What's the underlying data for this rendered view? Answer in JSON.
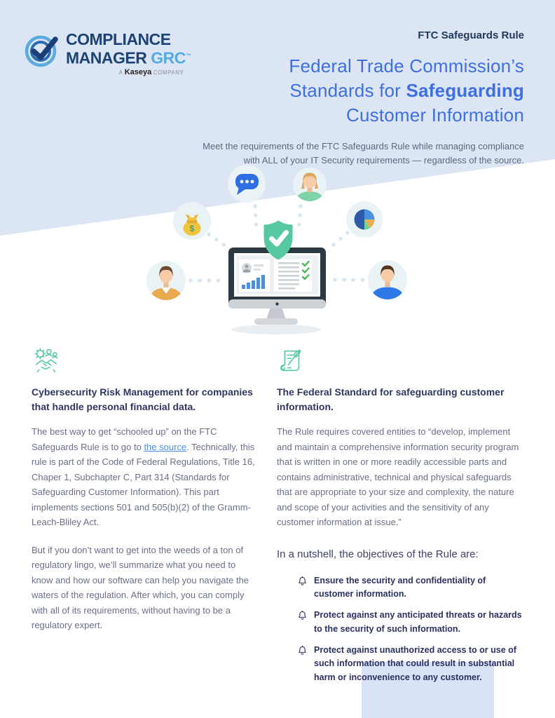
{
  "colors": {
    "band": "#dce5f3",
    "title_blue": "#3e6fe2",
    "eyebrow_navy": "#21395c",
    "heading_navy": "#303660",
    "body_gray": "#6a6f86",
    "link_blue": "#4a90e2",
    "mint_green": "#5bc9a2",
    "shield_green": "#56c8a0",
    "accent_rect": "#d8e3f8",
    "monitor_dark": "#2c3942"
  },
  "logo": {
    "line1": "COMPLIANCE",
    "line2": "MANAGER",
    "line2_accent": "GRC",
    "tm": "™",
    "tagline_prefix": "A",
    "tagline_brand": "Kaseya",
    "tagline_suffix": "COMPANY"
  },
  "hero": {
    "eyebrow": "FTC Safeguards Rule",
    "title_line1": "Federal Trade Commission’s",
    "title_line2_prefix": "Standards for ",
    "title_line2_bold": "Safeguarding",
    "title_line3": "Customer Information",
    "subtitle": "Meet the requirements of the FTC Safeguards Rule while managing compliance with ALL of your IT Security requirements — regardless of the source."
  },
  "illustration": {
    "money_symbol": "$",
    "icons": [
      "chat-bubble-icon",
      "woman-avatar-icon",
      "money-bag-icon",
      "pie-chart-icon",
      "man-avatar-icon",
      "shield-check-icon",
      "monitor-dashboard-icon"
    ]
  },
  "sections": {
    "left": {
      "heading": "Cybersecurity Risk Management for companies that handle personal financial data.",
      "para1_before_link": "The best way to get “schooled up” on the FTC Safeguards Rule is to go to ",
      "para1_link": "the source",
      "para1_after_link": ". Technically, this rule is part of the Code of Federal Regulations, Title 16, Chaper 1, Subchapter C, Part 314 (Standards for Safeguarding Customer Information). This part implements sections 501 and 505(b)(2) of the Gramm-Leach-Bliley Act.",
      "para2": "But if you don’t want to get into the weeds of a ton of regulatory lingo, we’ll summarize what you need to know and how our software can help you navigate the waters of the regulation. After which, you can comply with all of its requirements, without having to be a regulatory expert."
    },
    "right": {
      "heading": "The Federal Standard for safeguarding customer information.",
      "para": "The Rule requires covered entities to “develop, implement and maintain a comprehensive information security program that is written in one or more readily accessible parts and contains administrative, technical and physical safeguards that are appropriate to your size and complexity, the nature and scope of your activities and the sensitivity of any customer information at issue.”",
      "nutshell_heading": "In a nutshell, the objectives of the Rule are:",
      "objectives": [
        "Ensure the security and confidentiality of customer information.",
        "Protect against any anticipated threats or hazards to the security of such information.",
        "Protect against unauthorized access to or use of such information that could result in substantial harm or inconvenience to any customer."
      ]
    }
  }
}
